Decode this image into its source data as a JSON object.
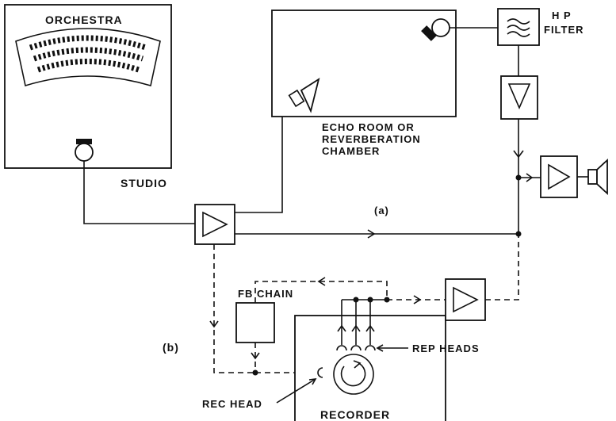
{
  "labels": {
    "orchestra": "ORCHESTRA",
    "studio": "STUDIO",
    "echo_line1": "ECHO ROOM OR",
    "echo_line2": "REVERBERATION",
    "echo_line3": "CHAMBER",
    "hp_line1": "H P",
    "hp_line2": "FILTER",
    "path_a": "(a)",
    "path_b": "(b)",
    "fb_chain": "FB CHAIN",
    "rep_heads": "REP HEADS",
    "rec_head": "REC HEAD",
    "recorder": "RECORDER"
  },
  "colors": {
    "ink": "#111111",
    "paper": "#ffffff"
  },
  "icons": [
    "studio-microphone-icon",
    "echo-room-loudspeaker-icon",
    "echo-room-microphone-icon",
    "output-loudspeaker-icon",
    "high-pass-filter-icon",
    "amplifier-triangle-icon",
    "tape-reel-icon"
  ]
}
